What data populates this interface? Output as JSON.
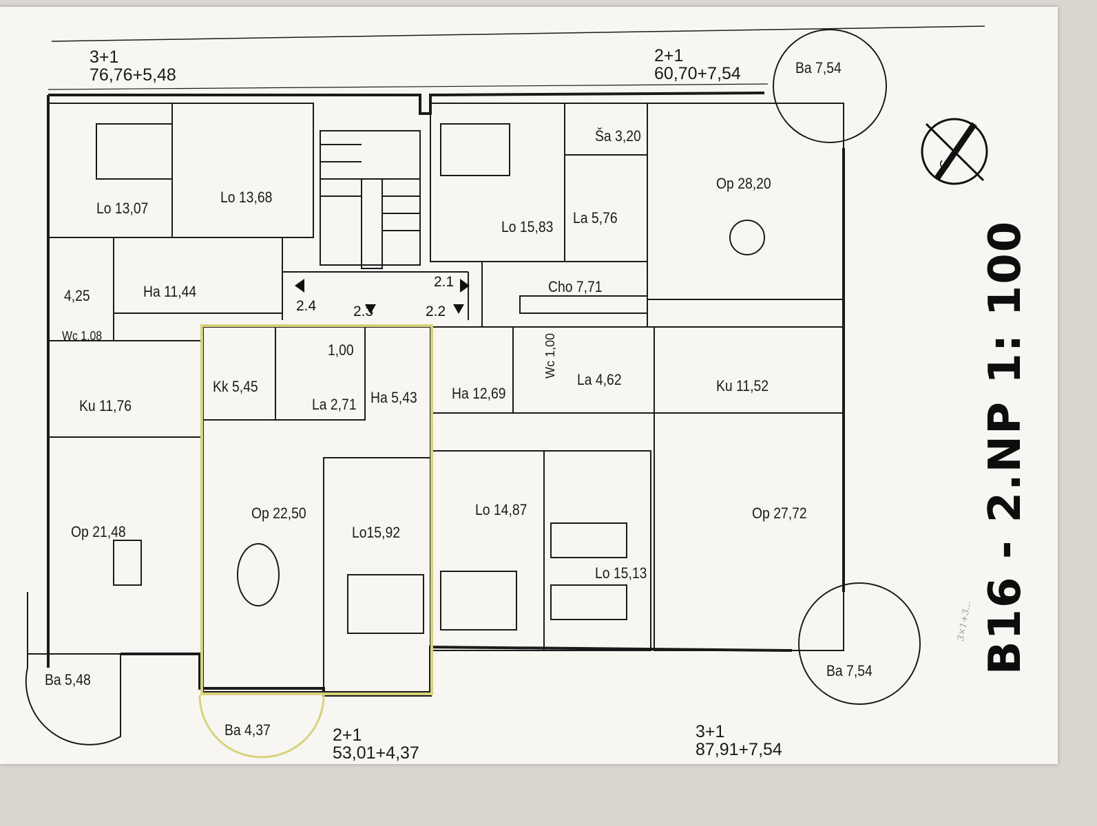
{
  "title": "B16 - 2.NP 1: 100",
  "compass": {
    "letter": "S",
    "icon": "north-arrow-icon"
  },
  "colors": {
    "highlight": "#d8d27a",
    "ink": "#1a1a1a",
    "paper": "#f7f6f3"
  },
  "handwritten_note": "3×1+3... ",
  "units": [
    {
      "type": "3+1",
      "area": "76,76+5,48"
    },
    {
      "type": "2+1",
      "area": "60,70+7,54"
    },
    {
      "type": "2+1",
      "area": "53,01+4,37"
    },
    {
      "type": "3+1",
      "area": "87,91+7,54"
    }
  ],
  "stairs": [
    "2.1",
    "2.4",
    "2.3",
    "2.2"
  ],
  "rooms": [
    "Lo 13,07",
    "Lo 13,68",
    "4,25",
    "Ha 11,44",
    "Wc 1,08",
    "Ku 11,76",
    "Op 21,48",
    "Ba 5,48",
    "Kk 5,45",
    "1,00",
    "La 2,71",
    "Ha 5,43",
    "Op 22,50",
    "Lo15,92",
    "Ba 4,37",
    "Lo 15,83",
    "Ša 3,20",
    "La 5,76",
    "Op 28,20",
    "Ba 7,54",
    "Cho 7,71",
    "Ha 12,69",
    "Wc 1,00",
    "La 4,62",
    "Ku 11,52",
    "Lo 14,87",
    "Lo 15,13",
    "Op 27,72",
    "Ba 7,54"
  ]
}
